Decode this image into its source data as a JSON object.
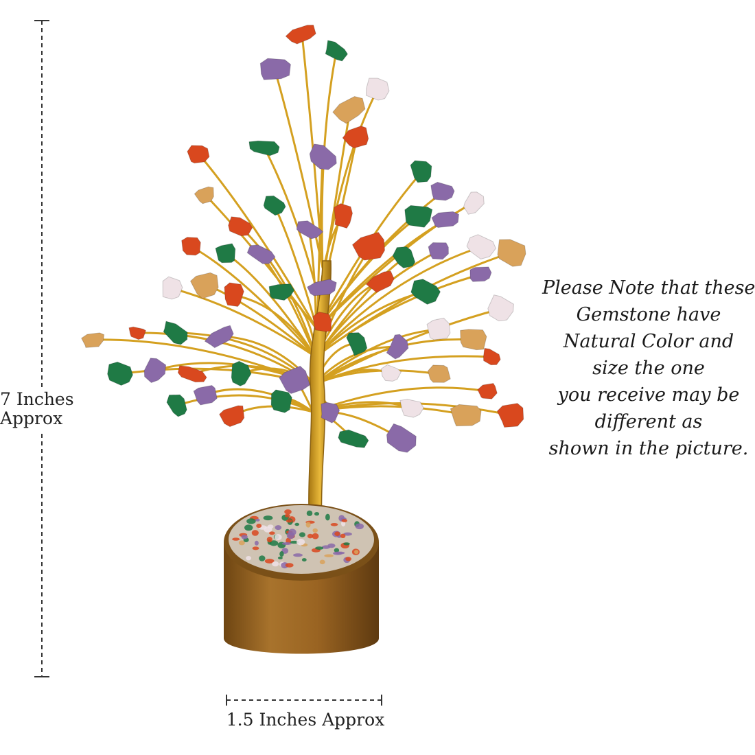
{
  "dimensions": {
    "height_line1": "7 Inches",
    "height_line2": "Approx",
    "width": "1.5 Inches Approx"
  },
  "note": {
    "lines": [
      "Please Note that these",
      "Gemstone have",
      "Natural Color and",
      "size the one",
      "you receive may be",
      "different as",
      "shown in the picture."
    ]
  },
  "colors": {
    "wire": "#d4a020",
    "carnelian": "#d9481e",
    "aventurine": "#1f7a45",
    "amethyst": "#8a6aa8",
    "quartz": "#efe2e6",
    "jasper": "#d9a25a",
    "base": "#8a5a20"
  }
}
